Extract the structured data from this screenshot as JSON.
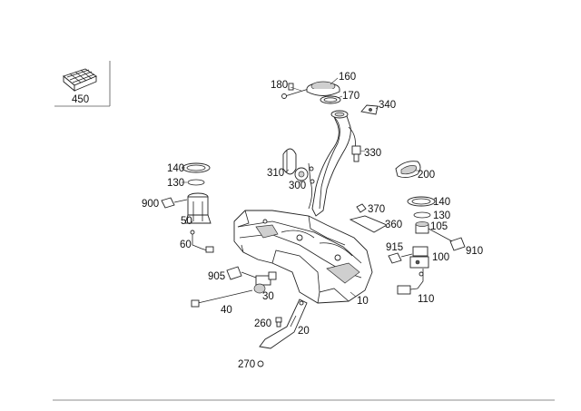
{
  "labels": {
    "p450": "450",
    "p180": "180",
    "p160": "160",
    "p170": "170",
    "p340": "340",
    "p330": "330",
    "p310": "310",
    "p300": "300",
    "p200": "200",
    "p140a": "140",
    "p130a": "130",
    "p900": "900",
    "p50": "50",
    "p60": "60",
    "p370": "370",
    "p360": "360",
    "p140b": "140",
    "p130b": "130",
    "p105": "105",
    "p910": "910",
    "p915": "915",
    "p100": "100",
    "p110": "110",
    "p905": "905",
    "p30": "30",
    "p40": "40",
    "p10": "10",
    "p260": "260",
    "p20": "20",
    "p270": "270"
  },
  "colors": {
    "line": "#222222",
    "background": "#ffffff"
  }
}
